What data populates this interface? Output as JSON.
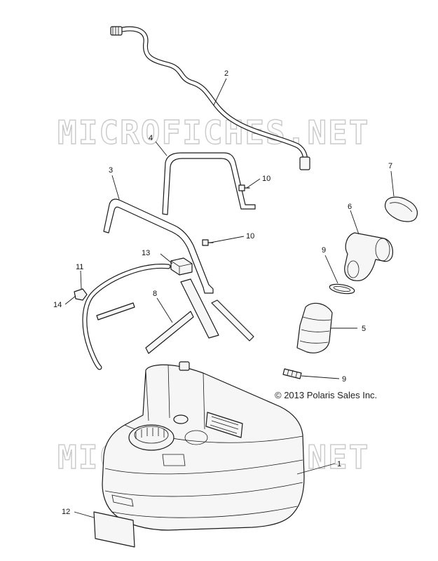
{
  "watermark": {
    "text": "MICROFICHES.NET"
  },
  "copyright": "© 2013 Polaris Sales Inc.",
  "callouts": {
    "c1": "1",
    "c2": "2",
    "c3": "3",
    "c4": "4",
    "c5": "5",
    "c6": "6",
    "c7": "7",
    "c8": "8",
    "c9a": "9",
    "c9b": "9",
    "c10a": "10",
    "c10b": "10",
    "c11": "11",
    "c12": "12",
    "c13": "13",
    "c14": "14"
  }
}
